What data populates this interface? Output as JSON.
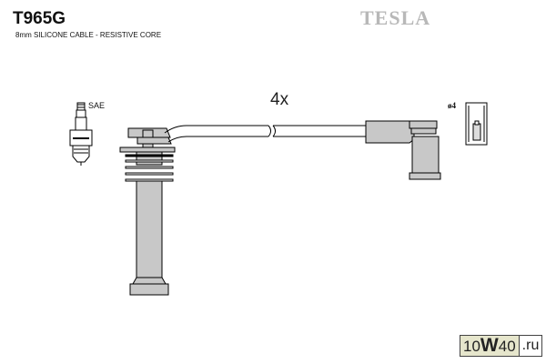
{
  "header": {
    "part_number": "T965G",
    "description": "8mm SILICONE CABLE - RESISTIVE CORE",
    "brand": "TESLA"
  },
  "diagram": {
    "quantity_label": "4x",
    "spark_plug_label": "SAE",
    "terminal_label": "ø4",
    "colors": {
      "fill": "#c8c8c8",
      "stroke": "#000000",
      "brand": "#b8b8b8"
    }
  },
  "watermark": {
    "left_part": "10",
    "center_part": "W",
    "right_part": "40",
    "domain": ".ru",
    "bg_color": "#e6e6cc"
  }
}
